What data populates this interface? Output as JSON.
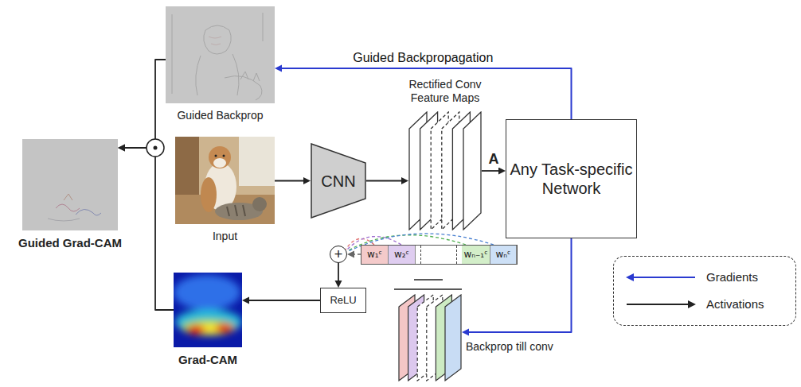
{
  "diagram": {
    "nodes": [
      {
        "text": [
          "Guided Backprop"
        ]
      },
      {
        "text": [
          "Input"
        ]
      },
      {
        "text": [
          "CNN"
        ]
      },
      {
        "text": [
          "Rectified Conv Feature Maps"
        ]
      },
      {
        "text": [
          "Any Task-specific Network"
        ]
      },
      {
        "text": [
          "w₁ᶜ",
          "w₂ᶜ",
          "wₙ₋₁ᶜ",
          "wₙᶜ"
        ]
      },
      {
        "text": [
          "+"
        ]
      },
      {
        "text": [
          "ReLU"
        ]
      },
      {
        "text": [
          "Grad-CAM"
        ]
      },
      {
        "text": [
          "Guided Grad-CAM"
        ]
      },
      {
        "text": [
          "Backprop till conv"
        ]
      }
    ],
    "edges": [
      {
        "from": 1,
        "to": 2,
        "arrow": "to"
      },
      {
        "from": 2,
        "to": 3,
        "arrow": "to"
      },
      {
        "from": 3,
        "to": 4,
        "arrow": "to",
        "label": "A"
      },
      {
        "from": 4,
        "to": 0,
        "arrow": "to",
        "label": "Guided Backpropagation"
      },
      {
        "from": 4,
        "to": 10,
        "arrow": "to"
      },
      {
        "from": 5,
        "to": 6,
        "arrow": "to"
      },
      {
        "from": 6,
        "to": 7,
        "arrow": "to"
      },
      {
        "from": 7,
        "to": 8,
        "arrow": "to"
      },
      {
        "from": 8,
        "to": 9,
        "arrow": "to"
      },
      {
        "from": 0,
        "to": 9,
        "arrow": "to"
      }
    ],
    "legend": [
      {
        "text": "Gradients"
      },
      {
        "text": "Activations"
      }
    ]
  }
}
